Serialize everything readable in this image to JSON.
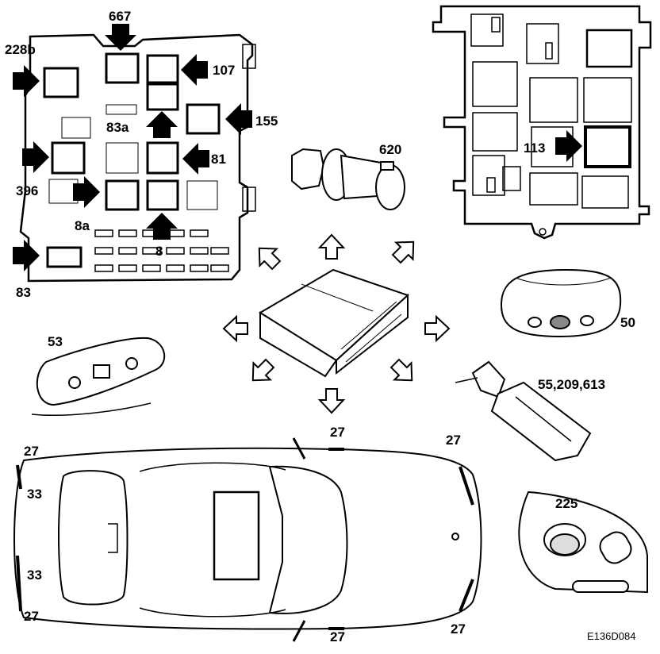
{
  "labels": {
    "fuse_box": {
      "l667": "667",
      "l228b": "228b",
      "l107": "107",
      "l83a": "83a",
      "l155": "155",
      "l81": "81",
      "l396": "396",
      "l8a": "8a",
      "l8": "8",
      "l83": "83"
    },
    "relay_box": {
      "l113": "113"
    },
    "connector": {
      "l620": "620"
    },
    "dome_light": {
      "l50": "50"
    },
    "switch_panel": {
      "l53": "53"
    },
    "socket": {
      "l55": "55,209,613"
    },
    "door_switch": {
      "l225": "225"
    },
    "car": {
      "l27_tl": "27",
      "l27_tc": "27",
      "l27_tr": "27",
      "l33_a": "33",
      "l33_b": "33",
      "l27_bl": "27",
      "l27_bc": "27",
      "l27_br": "27"
    }
  },
  "figure_code": "E136D084"
}
